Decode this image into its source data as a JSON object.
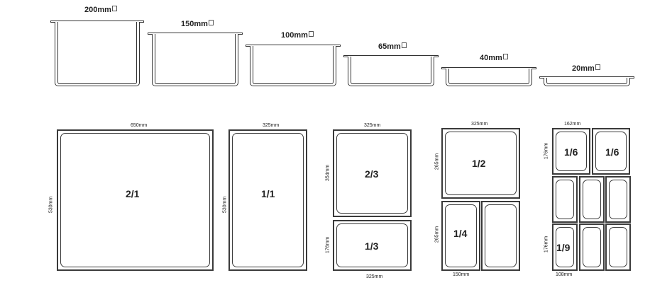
{
  "depths": [
    "200mm",
    "150mm",
    "100mm",
    "65mm",
    "40mm",
    "20mm"
  ],
  "dimensions": {
    "d650": "650mm",
    "d530a": "530mm",
    "d325a": "325mm",
    "d530b": "530mm",
    "d325b": "325mm",
    "d354": "354mm",
    "d176a": "176mm",
    "d325c": "325mm",
    "d325d": "325mm",
    "d265a": "265mm",
    "d265b": "265mm",
    "d150": "150mm",
    "d162": "162mm",
    "d176b": "176mm",
    "d176c": "176mm",
    "d108": "108mm"
  },
  "fractions": {
    "f21": "2/1",
    "f11": "1/1",
    "f23": "2/3",
    "f13": "1/3",
    "f12": "1/2",
    "f14": "1/4",
    "f16a": "1/6",
    "f16b": "1/6",
    "f19": "1/9"
  }
}
